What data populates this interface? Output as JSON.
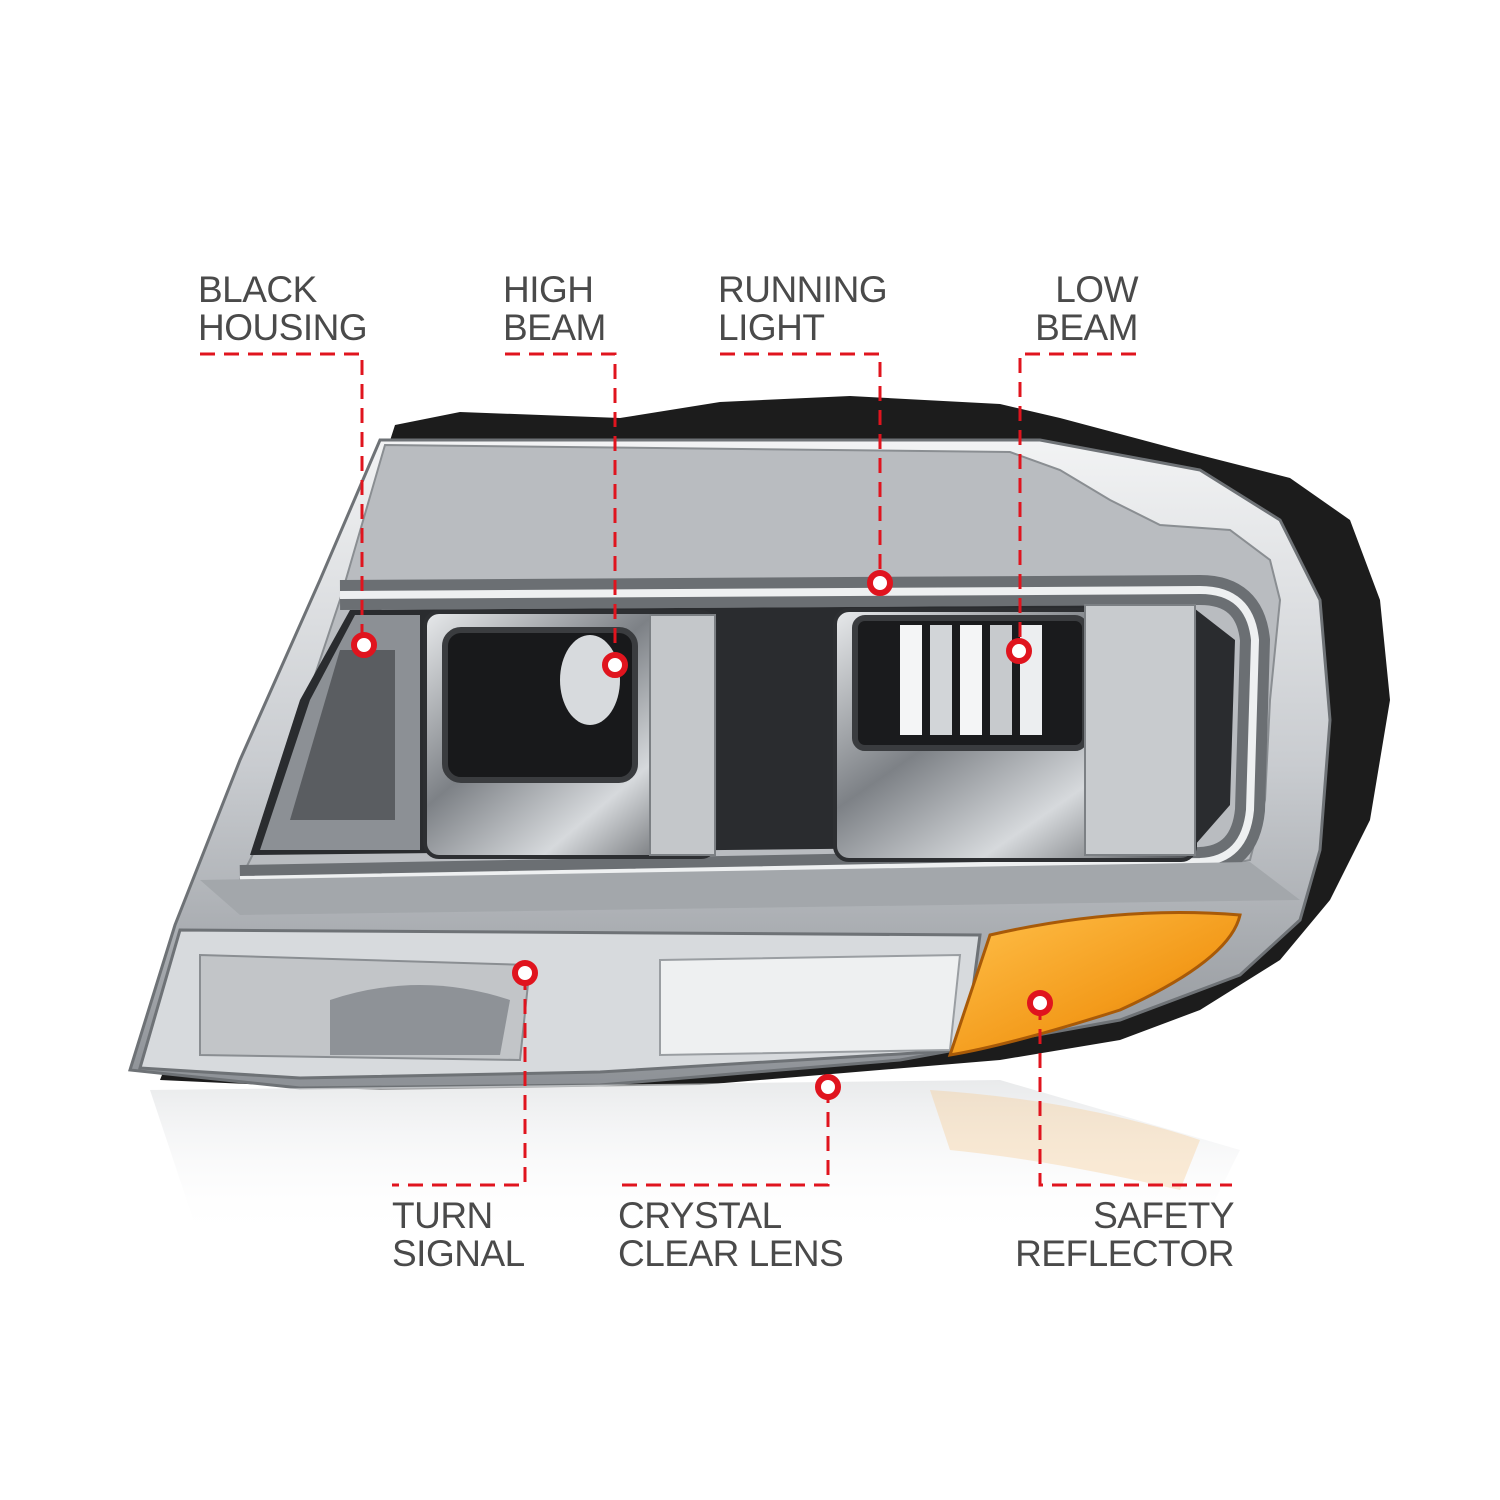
{
  "callouts": {
    "black_housing": {
      "line1": "BLACK",
      "line2": "HOUSING"
    },
    "high_beam": {
      "line1": "HIGH",
      "line2": "BEAM"
    },
    "running_light": {
      "line1": "RUNNING",
      "line2": "LIGHT"
    },
    "low_beam": {
      "line1": "LOW",
      "line2": "BEAM"
    },
    "turn_signal": {
      "line1": "TURN",
      "line2": "SIGNAL"
    },
    "crystal_clear_lens": {
      "line1": "CRYSTAL",
      "line2": "CLEAR LENS"
    },
    "safety_reflector": {
      "line1": "SAFETY",
      "line2": "REFLECTOR"
    }
  },
  "colors": {
    "leader_line": "#e0141e",
    "label_text": "#4a4a4a",
    "amber_reflector": "#f39a1a",
    "housing": "#1c1c1c",
    "chrome": "#b8bcc0"
  }
}
